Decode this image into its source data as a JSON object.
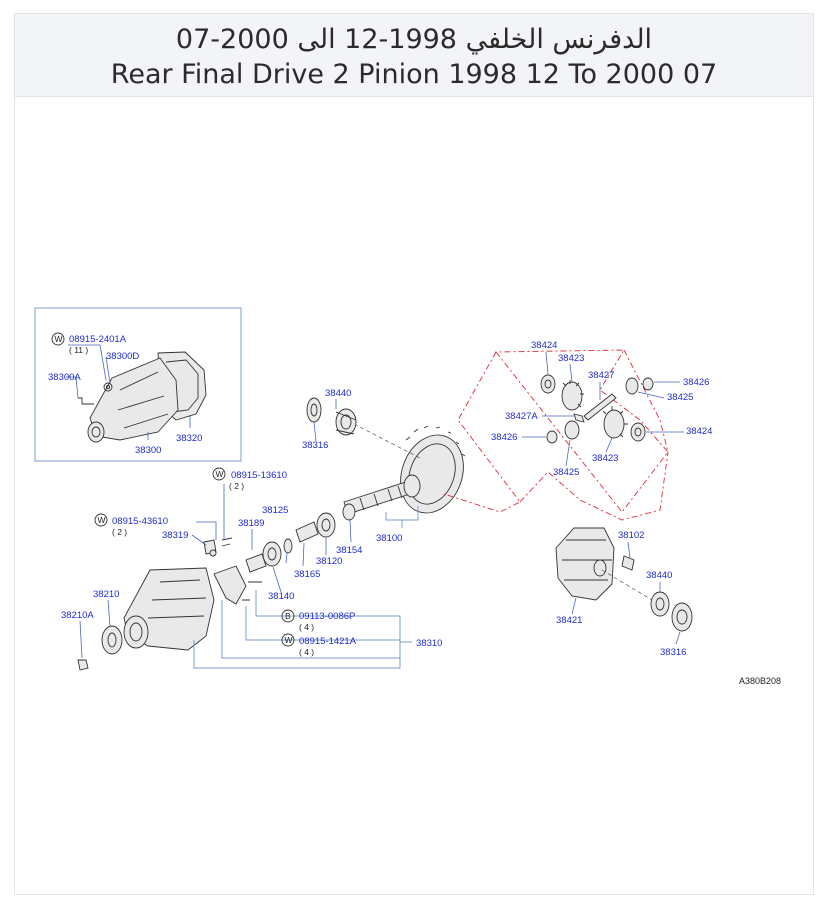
{
  "header": {
    "title_ar": "الدفرنس الخلفي 1998-12 الى 2000-07",
    "title_en": "Rear Final Drive 2 Pinion 1998 12 To 2000 07"
  },
  "diagram": {
    "code": "A380B208",
    "labels": {
      "p08915_2401A": "08915-2401A",
      "q11": "( 11 )",
      "p38300D": "38300D",
      "p38300A": "38300A",
      "p38320": "38320",
      "p38300": "38300",
      "p08915_13610": "08915-13610",
      "q2a": "( 2 )",
      "p08915_43610": "08915-43610",
      "q2b": "( 2 )",
      "p38319": "38319",
      "p38189": "38189",
      "p38125": "38125",
      "p38140": "38140",
      "p38165": "38165",
      "p38120": "38120",
      "p38154": "38154",
      "p38100": "38100",
      "p38440a": "38440",
      "p38316a": "38316",
      "p38210": "38210",
      "p38210A": "38210A",
      "p09113_0086P": "09113-0086P",
      "q4a": "( 4 )",
      "p08915_1421A": "08915-1421A",
      "q4b": "( 4 )",
      "p38310": "38310",
      "p38424a": "38424",
      "p38423a": "38423",
      "p38427": "38427",
      "p38426a": "38426",
      "p38425a": "38425",
      "p38427A": "38427A",
      "p38426b": "38426",
      "p38424b": "38424",
      "p38423b": "38423",
      "p38425b": "38425",
      "p38102": "38102",
      "p38440b": "38440",
      "p38421": "38421",
      "p38316b": "38316",
      "circle_w": "W",
      "circle_b": "B"
    }
  }
}
